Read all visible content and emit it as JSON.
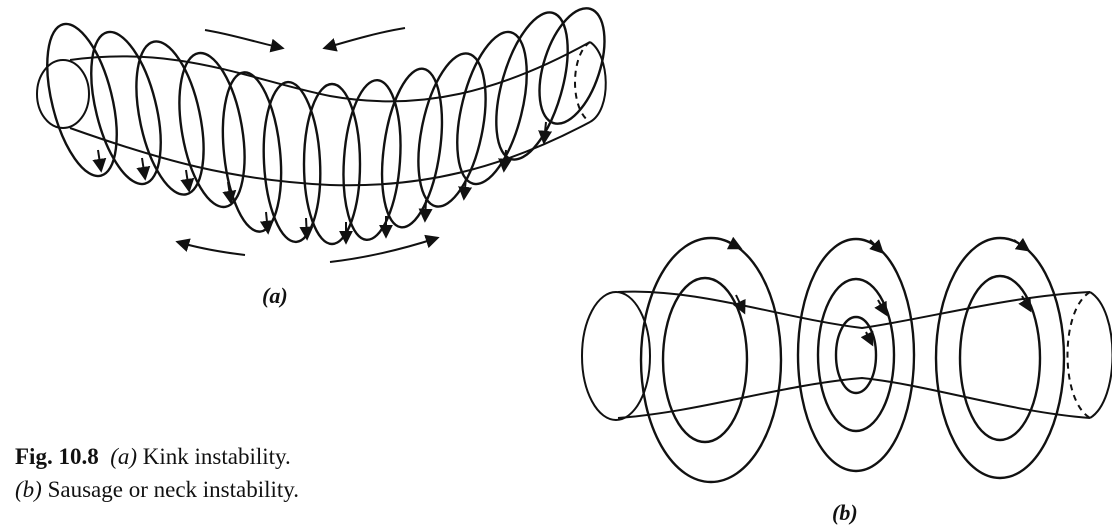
{
  "figure": {
    "label_a": "(a)",
    "label_b": "(b)"
  },
  "caption": {
    "number": "Fig. 10.8",
    "line1_tag": "(a)",
    "line1_text": "Kink instability.",
    "line2_tag": "(b)",
    "line2_text": "Sausage or neck instability."
  },
  "colors": {
    "ink": "#111111",
    "paper": "#ffffff"
  }
}
